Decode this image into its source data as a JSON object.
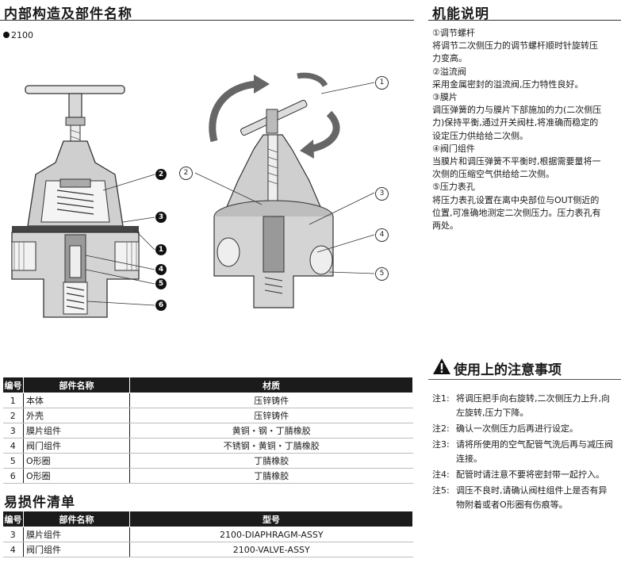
{
  "structure": {
    "title": "内部构造及部件名称",
    "model": "2100",
    "callouts_left": [
      "2",
      "3",
      "1",
      "4",
      "5",
      "6"
    ],
    "callouts_right": [
      "1",
      "2",
      "3",
      "4",
      "5"
    ]
  },
  "function": {
    "title": "机能说明",
    "items": [
      {
        "heading": "①调节螺杆",
        "lines": [
          "将调节二次侧压力的调节螺杆顺时针旋转压",
          "力变高。"
        ]
      },
      {
        "heading": "②溢流阀",
        "lines": [
          "采用金属密封的溢流阀,压力特性良好。"
        ]
      },
      {
        "heading": "③膜片",
        "lines": [
          "调压弹簧的力与膜片下部施加的力(二次侧压",
          "力)保持平衡,通过开关阀柱,将准确而稳定的",
          "设定压力供给给二次侧。"
        ]
      },
      {
        "heading": "④阀门组件",
        "lines": [
          "当膜片和调压弹簧不平衡时,根据需要量将一",
          "次侧的压缩空气供给给二次侧。"
        ]
      },
      {
        "heading": "⑤压力表孔",
        "lines": [
          "将压力表孔设置在离中央部位与OUT侧近的",
          "位置,可准确地测定二次侧压力。压力表孔有",
          "两处。"
        ]
      }
    ]
  },
  "parts_table": {
    "headers": [
      "编号",
      "部件名称",
      "材质"
    ],
    "rows": [
      {
        "no": "1",
        "name": "本体",
        "material": "压锌铸件"
      },
      {
        "no": "2",
        "name": "外壳",
        "material": "压锌铸件"
      },
      {
        "no": "3",
        "name": "膜片组件",
        "material": "黄铜・钢・丁腈橡胶"
      },
      {
        "no": "4",
        "name": "阀门组件",
        "material": "不锈钢・黄铜・丁腈橡胶"
      },
      {
        "no": "5",
        "name": "O形圈",
        "material": "丁腈橡胶"
      },
      {
        "no": "6",
        "name": "O形圈",
        "material": "丁腈橡胶"
      }
    ]
  },
  "spare_parts": {
    "title": "易损件清单",
    "headers": [
      "编号",
      "部件名称",
      "型号"
    ],
    "rows": [
      {
        "no": "3",
        "name": "膜片组件",
        "model": "2100-DIAPHRAGM-ASSY"
      },
      {
        "no": "4",
        "name": "阀门组件",
        "model": "2100-VALVE-ASSY"
      }
    ]
  },
  "cautions": {
    "title": "使用上的注意事项",
    "notes": [
      {
        "key": "注1:",
        "lines": [
          "将调压把手向右旋转,二次侧压力上升,向",
          "左旋转,压力下降。"
        ]
      },
      {
        "key": "注2:",
        "lines": [
          "确认一次侧压力后再进行设定。"
        ]
      },
      {
        "key": "注3:",
        "lines": [
          "请将所使用的空气配管气洗后再与减压阀",
          "连接。"
        ]
      },
      {
        "key": "注4:",
        "lines": [
          "配管时请注意不要将密封带一起拧入。"
        ]
      },
      {
        "key": "注5:",
        "lines": [
          "调压不良时,请确认阀柱组件上是否有异",
          "物附着或者O形圈有伤痕等。"
        ]
      }
    ]
  }
}
